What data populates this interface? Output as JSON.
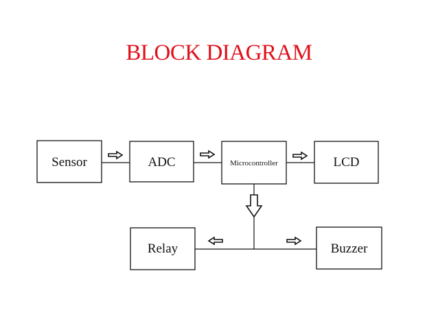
{
  "title": "BLOCK DIAGRAM",
  "blocks": {
    "sensor": "Sensor",
    "adc": "ADC",
    "microcontroller": "Microcontroller",
    "lcd": "LCD",
    "relay": "Relay",
    "buzzer": "Buzzer"
  },
  "colors": {
    "title": "#e0101a",
    "stroke": "#111111"
  }
}
